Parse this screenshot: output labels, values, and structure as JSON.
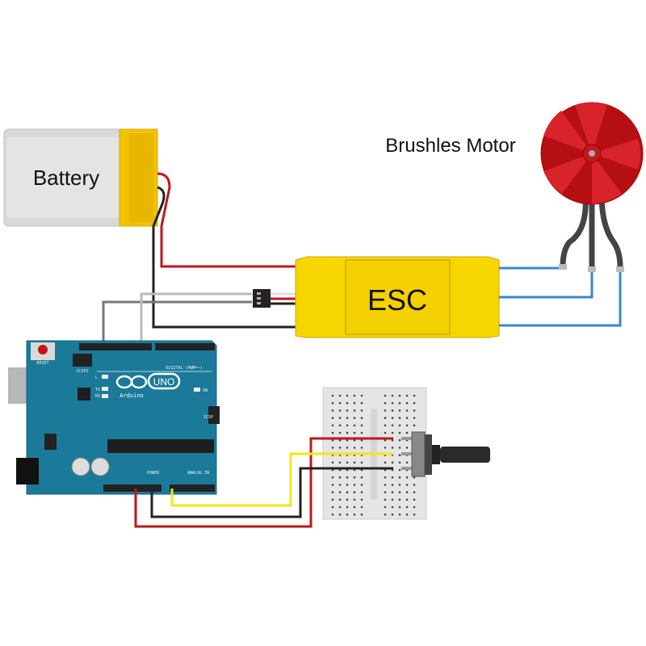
{
  "labels": {
    "battery": "Battery",
    "esc": "ESC",
    "motor": "Brushles Motor"
  },
  "arduino": {
    "logo": "UNO",
    "brand": "Arduino",
    "reset": "RESET",
    "icsp2": "ICSP2",
    "icsp": "ICSP",
    "digital": "DIGITAL (PWM=~)",
    "power": "POWER",
    "analog": "ANALOG IN",
    "led_l": "L",
    "led_tx": "TX",
    "led_rx": "RX",
    "led_on": "ON"
  },
  "colors": {
    "battery_body": "#d8d8d8",
    "battery_cap": "#f2c200",
    "esc": "#f7d500",
    "motor": "#cc1a1a",
    "arduino": "#1b7a99",
    "wire_red": "#c0161c",
    "wire_black": "#222222",
    "wire_yellow": "#f3e61a",
    "wire_blue": "#3a86d0"
  }
}
